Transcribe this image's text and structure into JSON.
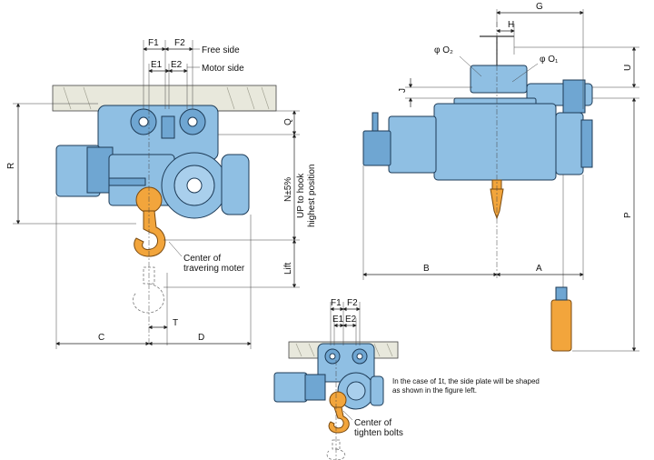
{
  "front_view": {
    "dims": {
      "f1": "F1",
      "f2": "F2",
      "e1": "E1",
      "e2": "E2",
      "q": "Q",
      "r": "R",
      "n": "N±5%",
      "lift": "Lift",
      "c": "C",
      "d": "D",
      "t": "T"
    },
    "notes": {
      "free_side": "Free side",
      "motor_side": "Motor side",
      "up_to_hook_1": "UP to hook",
      "up_to_hook_2": "highest position",
      "center_travel_1": "Center of",
      "center_travel_2": "travering moter"
    }
  },
  "side_view": {
    "dims": {
      "g": "G",
      "h": "H",
      "phi2": "φ O₂",
      "phi1": "φ O₁",
      "u": "U",
      "j": "J",
      "b": "B",
      "a": "A",
      "p": "P"
    }
  },
  "small_view": {
    "dims": {
      "f1": "F1",
      "f2": "F2",
      "e1": "E1",
      "e2": "E2"
    },
    "notes": {
      "note_1": "In the case of 1t, the side plate will be shaped",
      "note_2": "as shown in the figure left.",
      "center_bolts_1": "Center of",
      "center_bolts_2": "tighten bolts"
    }
  },
  "colors": {
    "body": "#8fbfe3",
    "hook": "#f2a53c",
    "beam": "#e8e8dc"
  }
}
